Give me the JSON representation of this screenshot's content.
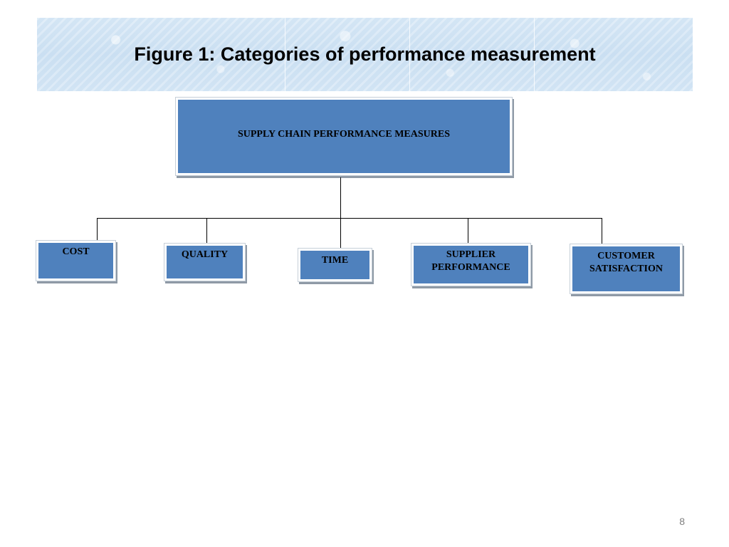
{
  "slide": {
    "title": "Figure 1: Categories of performance measurement",
    "page_number": "8"
  },
  "diagram": {
    "root": {
      "label": "SUPPLY CHAIN PERFORMANCE MEASURES"
    },
    "children": [
      {
        "label": "COST"
      },
      {
        "label": "QUALITY"
      },
      {
        "label": "TIME"
      },
      {
        "label": "SUPPLIER PERFORMANCE",
        "lines": [
          "SUPPLIER",
          "PERFORMANCE"
        ]
      },
      {
        "label": "CUSTOMER SATISFACTION",
        "lines": [
          "CUSTOMER",
          "SATISFACTION"
        ]
      }
    ]
  },
  "colors": {
    "box_fill": "#4f81bd",
    "box_border": "#ffffff",
    "banner": "#cfe2f3",
    "connector": "#000000"
  }
}
